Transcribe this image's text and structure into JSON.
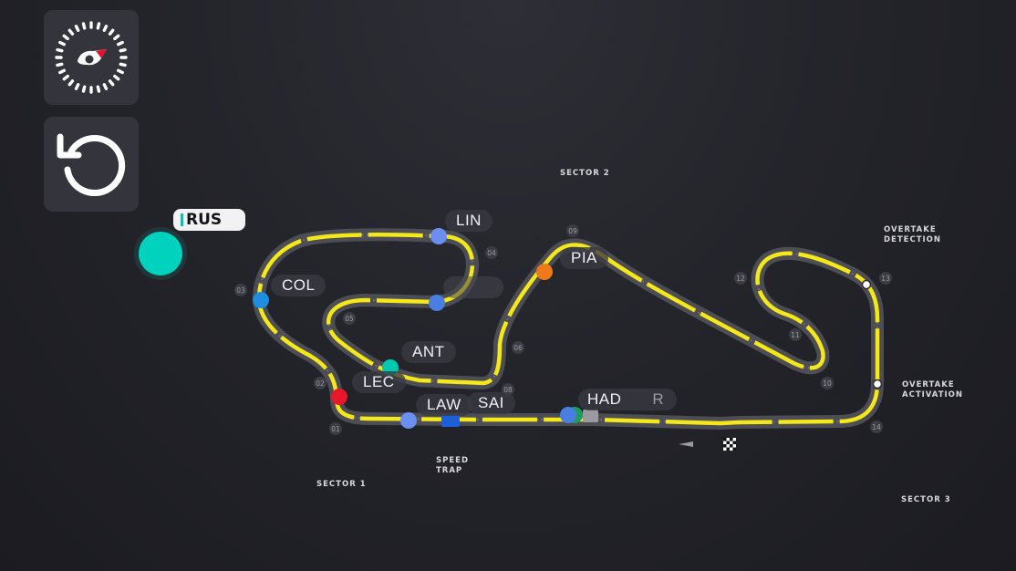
{
  "controls": {
    "live_timing_icon": "stopwatch-icon",
    "replay_icon": "replay-icon"
  },
  "focused_driver": {
    "code": "RUS",
    "team_color": "#00d2be"
  },
  "drivers": [
    {
      "code": "LIN",
      "color": "#6a8ff0"
    },
    {
      "code": "COL",
      "color": "#1e8fe0"
    },
    {
      "code": "PIA",
      "color": "#f07a1a"
    },
    {
      "code": "ANT",
      "color": "#00c9b0"
    },
    {
      "code": "LEC",
      "color": "#e8182a"
    },
    {
      "code": "LAW",
      "color": "#6a8ff0"
    },
    {
      "code": "SAI",
      "color": "#1e5ed6"
    },
    {
      "code": "HAD",
      "color": "#4a7ee0"
    }
  ],
  "hidden_driver_color": "#4a7ee0",
  "grey_marker_color": "#9a9aa0",
  "track": {
    "line_color": "#f5e81a",
    "sectors": [
      "SECTOR 1",
      "SECTOR 2",
      "SECTOR 3"
    ],
    "speed_trap": [
      "SPEED",
      "TRAP"
    ],
    "overtake_detection": [
      "OVERTAKE",
      "DETECTION"
    ],
    "overtake_activation": [
      "OVERTAKE",
      "ACTIVATION"
    ],
    "turns": [
      "01",
      "02",
      "03",
      "04",
      "05",
      "06",
      "08",
      "09",
      "10",
      "11",
      "12",
      "13",
      "14"
    ]
  }
}
